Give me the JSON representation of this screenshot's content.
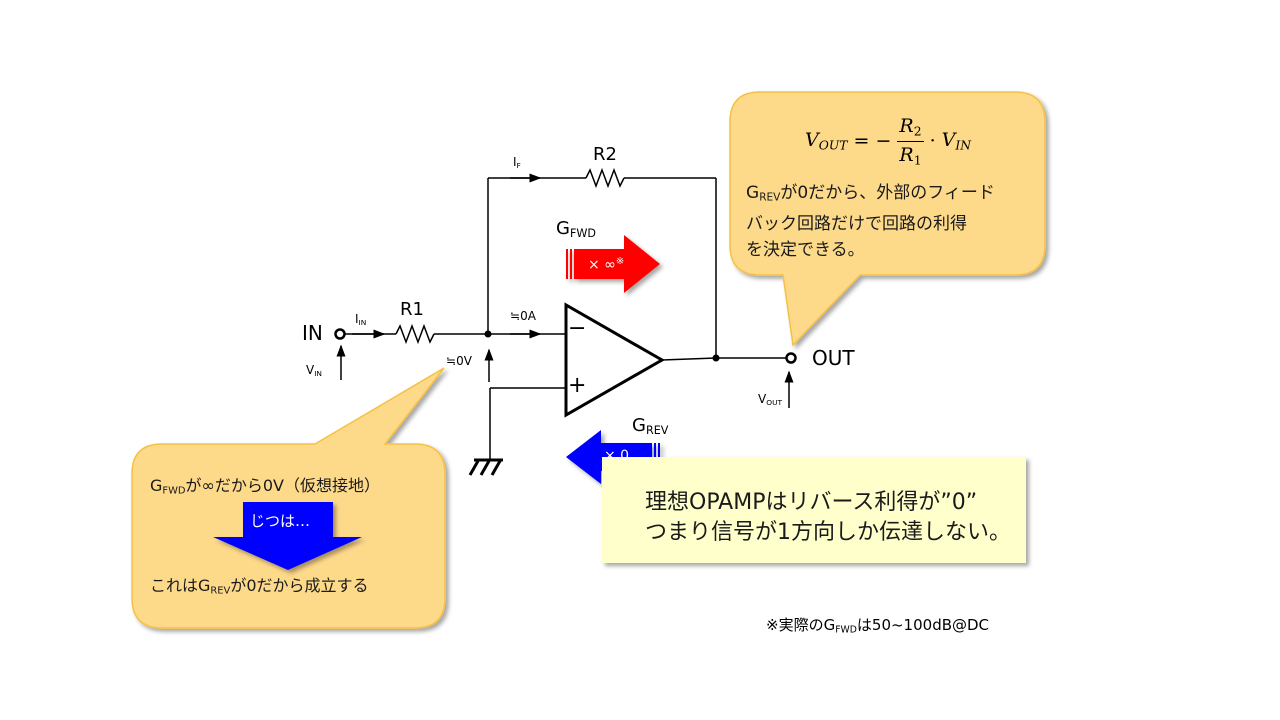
{
  "circuit": {
    "input_label": "IN",
    "output_label": "OUT",
    "r1_label": "R1",
    "r2_label": "R2",
    "iin_label": "I",
    "iin_sub": "IN",
    "if_label": "I",
    "if_sub": "F",
    "vin_label": "V",
    "vin_sub": "IN",
    "vout_label": "V",
    "vout_sub": "OUT",
    "virtual_ground_label": "≒0V",
    "input_current_label": "≒0A",
    "minus_label": "−",
    "plus_label": "+"
  },
  "gfwd_arrow": {
    "label": "G",
    "label_sub": "FWD",
    "text": "× ∞",
    "mark": "※",
    "color": "#ff0000"
  },
  "grev_arrow": {
    "label": "G",
    "label_sub": "REV",
    "text": "× 0",
    "color": "#0000ff"
  },
  "formula_callout": {
    "formula": {
      "lhs": "V",
      "lhs_sub": "OUT",
      "eq": "= −",
      "num": "R",
      "num_sub": "2",
      "den": "R",
      "den_sub": "1",
      "dot": "·",
      "rhs": "V",
      "rhs_sub": "IN"
    },
    "text_prefix": "G",
    "text_prefix_sub": "REV",
    "line1": "が0だから、外部のフィード",
    "line2": "バック回路だけで回路の利得",
    "line3": "を決定できる。",
    "fill": "#fdd98a"
  },
  "ground_callout": {
    "line1_prefix": "G",
    "line1_sub": "FWD",
    "line1": "が∞だから0V（仮想接地）",
    "arrow_text": "じつは…",
    "line2_prefix": "これはG",
    "line2_sub": "REV",
    "line2": "が0だから成立する",
    "fill": "#fdd98a",
    "arrow_color": "#0000ff"
  },
  "note": {
    "line1": "理想OPAMPはリバース利得が”0”",
    "line2": "つまり信号が1方向しか伝達しない。",
    "fill": "#ffffcc"
  },
  "footnote": {
    "prefix": "※実際のG",
    "sub": "FWD",
    "suffix": "は50~100dB@DC"
  }
}
